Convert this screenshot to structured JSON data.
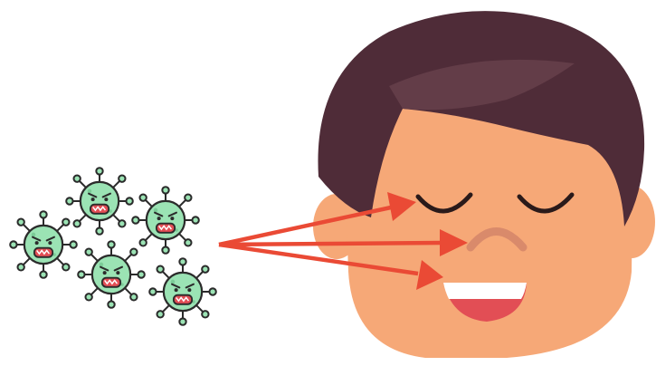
{
  "colors": {
    "background": "#ffffff",
    "skin": "#F6A877",
    "hair": "#4F2C38",
    "hair_highlight": "#633D48",
    "eyes": "#2A1A1A",
    "nose": "#D98A6B",
    "mouth": "#E24E55",
    "teeth": "#ffffff",
    "virus_body": "#9BE3B4",
    "virus_outline": "#2B2B2B",
    "virus_mouth": "#E24E55",
    "arrow": "#EA4A35"
  },
  "viruses": [
    {
      "name": "virus-1"
    },
    {
      "name": "virus-2"
    },
    {
      "name": "virus-3"
    },
    {
      "name": "virus-4"
    },
    {
      "name": "virus-5"
    }
  ],
  "arrows": [
    {
      "target": "eyes"
    },
    {
      "target": "nose"
    },
    {
      "target": "mouth"
    }
  ]
}
